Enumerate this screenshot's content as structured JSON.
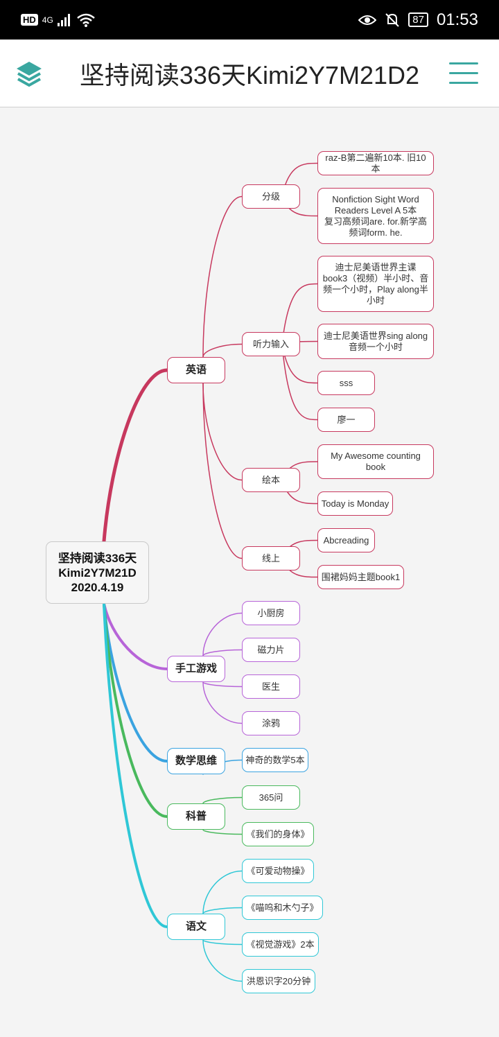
{
  "status_bar": {
    "hd": "HD",
    "network": "4G",
    "signal_icon": "signal-icon",
    "wifi_icon": "wifi-icon",
    "eye_icon": "eye-icon",
    "mute_icon": "bell-off-icon",
    "battery": "87",
    "time": "01:53"
  },
  "app_bar": {
    "title": "坚持阅读336天Kimi2Y7M21D2",
    "left_icon": "layers-icon",
    "right_icon": "menu-icon",
    "accent_color": "#3aa7a0"
  },
  "mindmap": {
    "colors": {
      "english": "#c7385e",
      "craft": "#b764d8",
      "math": "#3aa3e0",
      "science": "#49b95d",
      "chinese": "#2fc7d6"
    },
    "root": {
      "lines": [
        "坚持阅读336天",
        "Kimi2Y7M21D",
        "2020.4.19"
      ]
    },
    "branches": [
      {
        "label": "英语",
        "color_key": "english",
        "children": [
          {
            "label": "分级",
            "children": [
              {
                "lines": [
                  "raz-B第二遍新10本. 旧10本"
                ]
              },
              {
                "lines": [
                  "Nonfiction Sight Word",
                  "Readers Level A 5本",
                  "复习高频词are. for.新学高",
                  "频词form. he."
                ]
              }
            ]
          },
          {
            "label": "听力输入",
            "children": [
              {
                "lines": [
                  "迪士尼美语世界主课",
                  "book3（视频）半小时、音",
                  "频一个小时，Play along半",
                  "小时"
                ]
              },
              {
                "lines": [
                  "迪士尼美语世界sing along",
                  "音频一个小时"
                ]
              },
              {
                "lines": [
                  "sss"
                ]
              },
              {
                "lines": [
                  "廖一"
                ]
              }
            ]
          },
          {
            "label": "绘本",
            "children": [
              {
                "lines": [
                  "My Awesome counting",
                  "book"
                ]
              },
              {
                "lines": [
                  "Today is Monday"
                ]
              }
            ]
          },
          {
            "label": "线上",
            "children": [
              {
                "lines": [
                  "Abcreading"
                ]
              },
              {
                "lines": [
                  "围裙妈妈主题book1"
                ]
              }
            ]
          }
        ]
      },
      {
        "label": "手工游戏",
        "color_key": "craft",
        "children": [
          {
            "label": "小厨房"
          },
          {
            "label": "磁力片"
          },
          {
            "label": "医生"
          },
          {
            "label": "涂鸦"
          }
        ]
      },
      {
        "label": "数学思维",
        "color_key": "math",
        "children": [
          {
            "label": "神奇的数学5本"
          }
        ]
      },
      {
        "label": "科普",
        "color_key": "science",
        "children": [
          {
            "label": "365问"
          },
          {
            "label": "《我们的身体》"
          }
        ]
      },
      {
        "label": "语文",
        "color_key": "chinese",
        "children": [
          {
            "label": "《可爱动物操》"
          },
          {
            "label": "《喵呜和木勺子》"
          },
          {
            "label": "《视觉游戏》2本"
          },
          {
            "label": "洪恩识字20分钟"
          }
        ]
      }
    ]
  }
}
